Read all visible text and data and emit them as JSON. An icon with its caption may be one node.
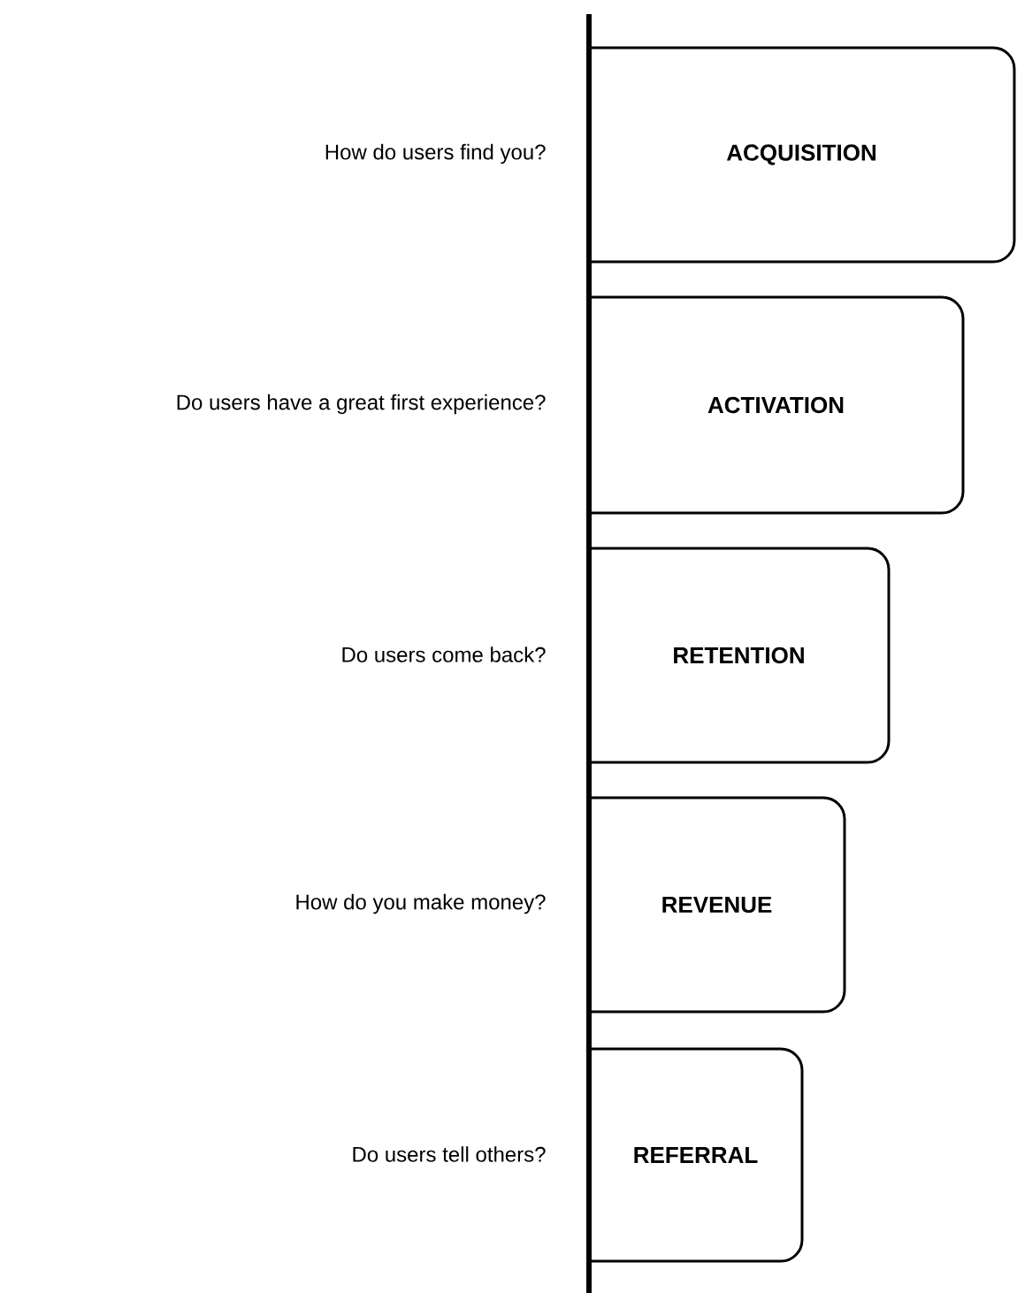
{
  "diagram": {
    "nodes": [
      {
        "text": [
          "ACQUISITION"
        ],
        "beside": [
          "How do users find you?"
        ]
      },
      {
        "text": [
          "ACTIVATION"
        ],
        "beside": [
          "Do users have a great first experience?"
        ]
      },
      {
        "text": [
          "RETENTION"
        ],
        "beside": [
          "Do users come back?"
        ]
      },
      {
        "text": [
          "REVENUE"
        ],
        "beside": [
          "How do you make money?"
        ]
      },
      {
        "text": [
          "REFERRAL"
        ],
        "beside": [
          "Do users tell others?"
        ]
      }
    ]
  }
}
